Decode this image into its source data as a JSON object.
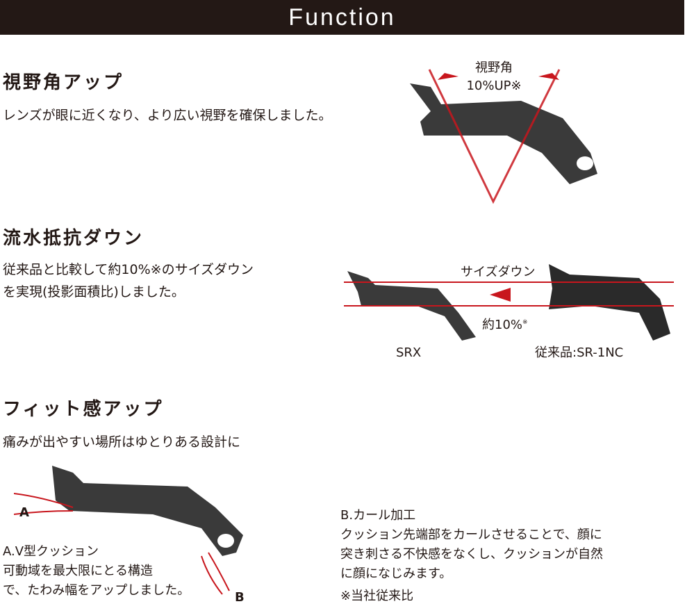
{
  "header": {
    "title": "Function"
  },
  "sections": [
    {
      "title": "視野角アップ",
      "body": "レンズが眼に近くなり、より広い視野を確保しました。",
      "label_line1": "視野角",
      "label_line2": "10%UP※"
    },
    {
      "title": "流水抵抗ダウン",
      "body_line1": "従来品と比較して約10%※のサイズダウン",
      "body_line2": "を実現(投影面積比)しました。",
      "label_top": "サイズダウン",
      "label_bottom": "約10%",
      "label_bottom_note": "※",
      "model_new": "SRX",
      "model_old": "従来品:SR-1NC"
    },
    {
      "title": "フィット感アップ",
      "body": "痛みが出やすい場所はゆとりある設計に",
      "marker_a": "A",
      "marker_b": "B",
      "a_title": "A.V型クッション",
      "a_line1": "可動域を最大限にとる構造",
      "a_line2": "で、たわみ幅をアップしました。",
      "b_title": "B.カール加工",
      "b_line1": "クッション先端部をカールさせることで、顔に",
      "b_line2": "突き刺さる不快感をなくし、クッションが自然",
      "b_line3": "に顔になじみます。",
      "footnote": "※当社従来比"
    }
  ],
  "colors": {
    "accent": "#c8161d",
    "dark": "#231815"
  }
}
